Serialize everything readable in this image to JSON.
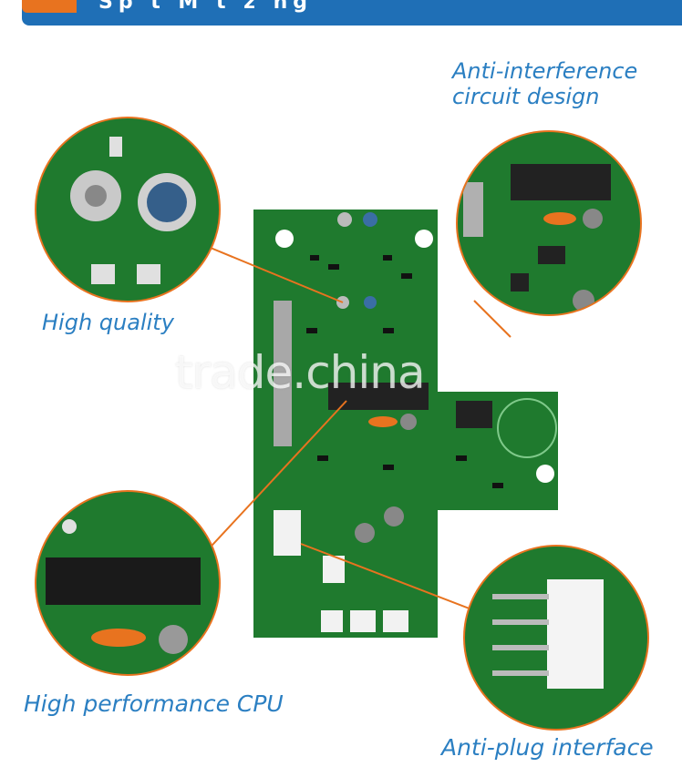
{
  "banner": {
    "title": "Sp t M t z ng",
    "accent_color": "#e8731f",
    "bar_color": "#1f6fb6"
  },
  "captions": {
    "anti_interference_line1": "Anti-interference",
    "anti_interference_line2": "circuit design",
    "high_quality": "High quality",
    "high_performance_cpu": "High performance CPU",
    "anti_plug_interface": "Anti-plug interface"
  },
  "watermark": "trade.china",
  "callout_color": "#e8731f",
  "pcb_color": "#1f7a2e"
}
